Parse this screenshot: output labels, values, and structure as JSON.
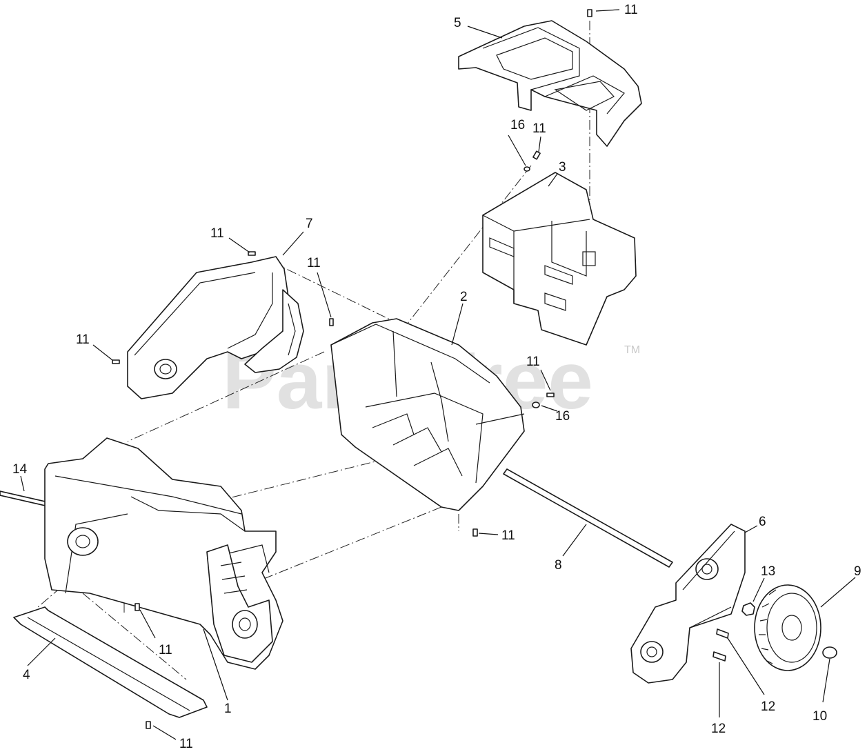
{
  "watermark": {
    "text": "PartsTree",
    "trademark": "TM"
  },
  "callouts": [
    {
      "id": "c-11-top",
      "label": "11"
    },
    {
      "id": "c-5",
      "label": "5"
    },
    {
      "id": "c-16-top",
      "label": "16"
    },
    {
      "id": "c-11-upper",
      "label": "11"
    },
    {
      "id": "c-3",
      "label": "3"
    },
    {
      "id": "c-11-left-top",
      "label": "11"
    },
    {
      "id": "c-7",
      "label": "7"
    },
    {
      "id": "c-11-mid",
      "label": "11"
    },
    {
      "id": "c-2",
      "label": "2"
    },
    {
      "id": "c-11-left",
      "label": "11"
    },
    {
      "id": "c-11-right",
      "label": "11"
    },
    {
      "id": "c-16-right",
      "label": "16"
    },
    {
      "id": "c-14",
      "label": "14"
    },
    {
      "id": "c-11-center",
      "label": "11"
    },
    {
      "id": "c-6",
      "label": "6"
    },
    {
      "id": "c-8",
      "label": "8"
    },
    {
      "id": "c-13",
      "label": "13"
    },
    {
      "id": "c-9",
      "label": "9"
    },
    {
      "id": "c-11-lower",
      "label": "11"
    },
    {
      "id": "c-4",
      "label": "4"
    },
    {
      "id": "c-1",
      "label": "1"
    },
    {
      "id": "c-12-right",
      "label": "12"
    },
    {
      "id": "c-10",
      "label": "10"
    },
    {
      "id": "c-12-bottom",
      "label": "12"
    },
    {
      "id": "c-11-bottom",
      "label": "11"
    }
  ]
}
